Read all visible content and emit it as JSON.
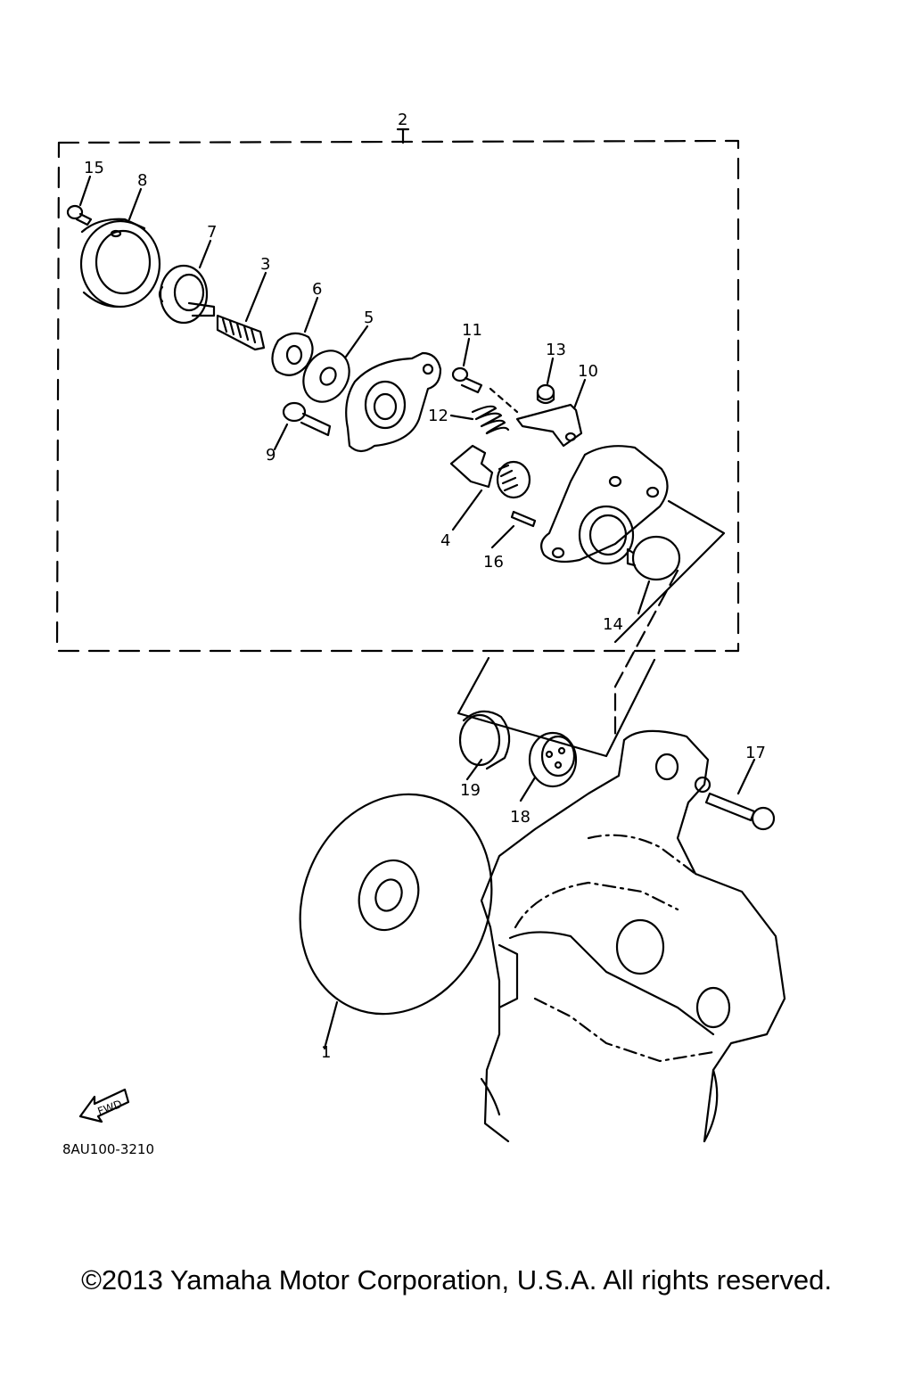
{
  "diagram": {
    "callouts": {
      "c1": "1",
      "c2": "2",
      "c3": "3",
      "c4": "4",
      "c5": "5",
      "c6": "6",
      "c7": "7",
      "c8": "8",
      "c9": "9",
      "c10": "10",
      "c11": "11",
      "c12": "12",
      "c13": "13",
      "c14": "14",
      "c15": "15",
      "c16": "16",
      "c17": "17",
      "c18": "18",
      "c19": "19"
    },
    "fwd_label": "FWD",
    "part_code": "8AU100-3210"
  },
  "footer": {
    "copyright": "©2013 Yamaha Motor Corporation, U.S.A. All rights reserved."
  }
}
